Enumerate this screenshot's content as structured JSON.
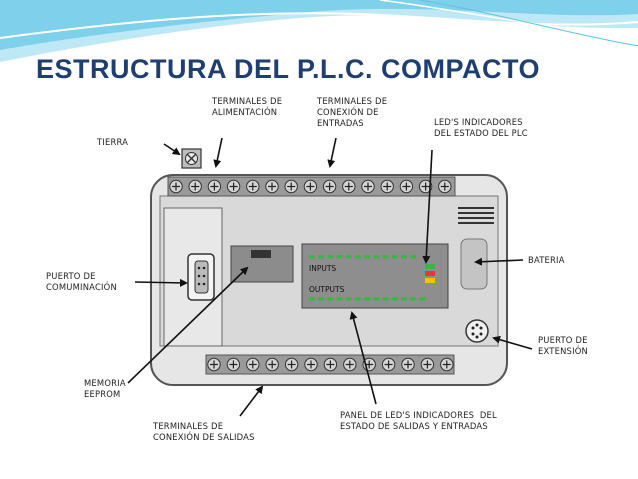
{
  "slide": {
    "title": "ESTRUCTURA DEL P.L.C. COMPACTO",
    "colors": {
      "title": "#1f3f73",
      "swoosh": "#7fd0ea",
      "plc_body": "#eaeaea",
      "terminal": "#8a8a8a",
      "led_green": "#39b54a",
      "led_red": "#e53935",
      "led_yellow": "#f2c300"
    }
  },
  "diagram": {
    "labels": {
      "tierra": "TIERRA",
      "terminales_alimentacion": "TERMINALES DE\nALIMENTACIÓN",
      "terminales_entradas": "TERMINALES DE\nCONEXIÓN DE\nENTRADAS",
      "leds_estado": "LED'S INDICADORES\nDEL ESTADO DEL PLC",
      "puerto_comunicacion": "PUERTO DE\nCOMUMINACIÓN",
      "bateria": "BATERIA",
      "puerto_extension": "PUERTO DE\nEXTENSIÓN",
      "memoria": "MEMORIA\nEEPROM",
      "terminales_salidas": "TERMINALES DE\nCONEXIÓN DE SALIDAS",
      "panel_leds": "PANEL DE LED'S INDICADORES  DEL\nESTADO DE SALIDAS Y ENTRADAS"
    },
    "panel": {
      "inputs_label": "INPUTS",
      "outputs_label": "OUTPUTS"
    }
  }
}
